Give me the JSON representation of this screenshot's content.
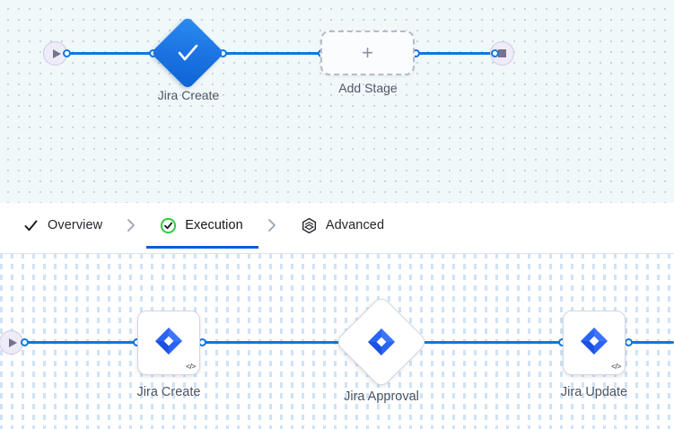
{
  "top_pipeline": {
    "name": "top-pipeline-canvas",
    "background_color": "#f0f8fa",
    "start_node": {
      "icon": "play-icon",
      "label": ""
    },
    "end_node": {
      "icon": "stop-icon",
      "label": ""
    },
    "nodes": [
      {
        "id": "jira-create",
        "label": "Jira Create",
        "icon": "check-icon",
        "shape": "diamond",
        "color": "#1a72e0",
        "status": "success"
      },
      {
        "id": "add-stage",
        "label": "Add Stage",
        "icon": "plus-icon",
        "shape": "dashed-rounded-rect"
      }
    ]
  },
  "tabs": {
    "name": "pipeline-step-tabs",
    "active": "Execution",
    "separator_glyph": "›",
    "items": [
      {
        "label": "Overview",
        "icon": "check-icon",
        "active": false
      },
      {
        "label": "Execution",
        "icon": "circle-check-icon",
        "active": true
      },
      {
        "label": "Advanced",
        "icon": "layers-hexagon-icon",
        "active": false
      }
    ],
    "active_underline_color": "#0b5cd5",
    "active_icon_color": "#2ecc3f"
  },
  "bottom_pipeline": {
    "name": "execution-steps-canvas",
    "background_color": "#ffffff",
    "start_node": {
      "icon": "play-icon",
      "label": ""
    },
    "nodes": [
      {
        "id": "jira-create",
        "label": "Jira Create",
        "icon": "jira-icon",
        "shape": "rounded-rect",
        "badge": "</>"
      },
      {
        "id": "jira-approval",
        "label": "Jira Approval",
        "icon": "jira-icon",
        "shape": "diamond",
        "badge": ""
      },
      {
        "id": "jira-update",
        "label": "Jira Update",
        "icon": "jira-icon",
        "shape": "rounded-rect",
        "badge": "</>"
      }
    ]
  },
  "colors": {
    "edge": "#0f77dd",
    "jira_blue": "#2a64f6",
    "jira_blue_dark": "#1c50e0",
    "terminal_fill": "#eeecf8",
    "terminal_glyph": "#767390"
  }
}
